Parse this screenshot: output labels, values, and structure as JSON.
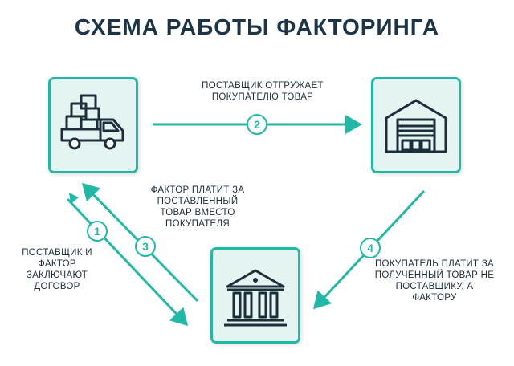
{
  "title": "СХЕМА РАБОТЫ ФАКТОРИНГА",
  "colors": {
    "accent": "#22b8a6",
    "node_fill": "#e4f4f1",
    "title": "#1b3448",
    "icon": "#1c2e3a"
  },
  "nodes": {
    "supplier": {
      "icon": "delivery-truck-icon"
    },
    "buyer": {
      "icon": "warehouse-icon"
    },
    "factor": {
      "icon": "bank-icon"
    }
  },
  "steps": [
    {
      "number": "1",
      "text": "ПОСТАВЩИК И ФАКТОР ЗАКЛЮЧАЮТ ДОГОВОР"
    },
    {
      "number": "2",
      "text": "ПОСТАВЩИК ОТГРУЖАЕТ ПОКУПАТЕЛЮ ТОВАР"
    },
    {
      "number": "3",
      "text": "ФАКТОР ПЛАТИТ ЗА ПОСТАВЛЕННЫЙ ТОВАР ВМЕСТО ПОКУПАТЕЛЯ"
    },
    {
      "number": "4",
      "text": "ПОКУПАТЕЛЬ ПЛАТИТ ЗА ПОЛУЧЕННЫЙ ТОВАР НЕ ПОСТАВЩИКУ, А ФАКТОРУ"
    }
  ]
}
